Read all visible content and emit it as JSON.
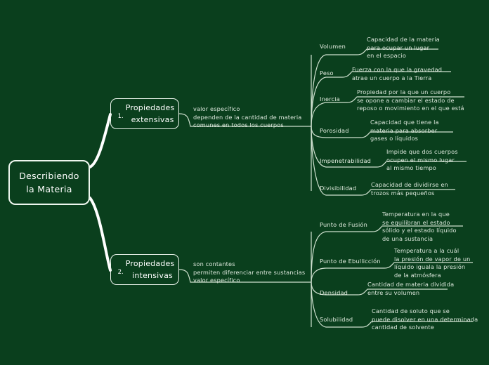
{
  "canvas": {
    "background": "#0a3f1d",
    "line_color": "#cfe0cf",
    "text_color": "#dce7dc",
    "root_line_color": "#ffffff"
  },
  "root": {
    "label_line1": "Describiendo",
    "label_line2": "la Materia"
  },
  "branches": [
    {
      "number": "1.",
      "label_line1": "Propiedades",
      "label_line2": "extensivas",
      "description": "valor específico\ndependen de la cantidad de materia\ncomunes en todos los cuerpos",
      "leaves": [
        {
          "label": "Volumen",
          "description": "Capacidad de la materia\npara ocupar un lugar\nen el espacio"
        },
        {
          "label": "Peso",
          "description": "Fuerza con la que la gravedad\natrae un cuerpo a la Tierra"
        },
        {
          "label": "Inercia",
          "description": "Propiedad por la que un cuerpo\nse opone a cambiar el estado de\nreposo o movimiento en el que está"
        },
        {
          "label": "Porosidad",
          "description": "Capacidad que tiene la\nmateria para absorber\ngases o líquidos"
        },
        {
          "label": "Impenetrabilidad",
          "description": "Impide que dos cuerpos\nocupen el mismo lugar\nal mismo tiempo"
        },
        {
          "label": "Divisibilidad",
          "description": "Capacidad de dividirse en\ntrozos más pequeños"
        }
      ]
    },
    {
      "number": "2.",
      "label_line1": "Propiedades",
      "label_line2": "intensivas",
      "description": "son contantes\npermiten diferenciar entre sustancias\nvalor específico",
      "leaves": [
        {
          "label": "Punto de Fusión",
          "description": "Temperatura en la que\nse equilibran el estado\nsólido y el estado líquido\nde una sustancia"
        },
        {
          "label": "Punto de Ebullicción",
          "description": "Temperatura a la cuál\nla presión de vapor de un\nlíquido iguala la presión\nde la atmósfera"
        },
        {
          "label": "Densidad",
          "description": "Cantidad de materia dividida\nentre su volumen"
        },
        {
          "label": "Solubilidad",
          "description": "Cantidad de soluto que se\npuede disolver en una determinada\ncantidad de solvente"
        }
      ]
    }
  ]
}
